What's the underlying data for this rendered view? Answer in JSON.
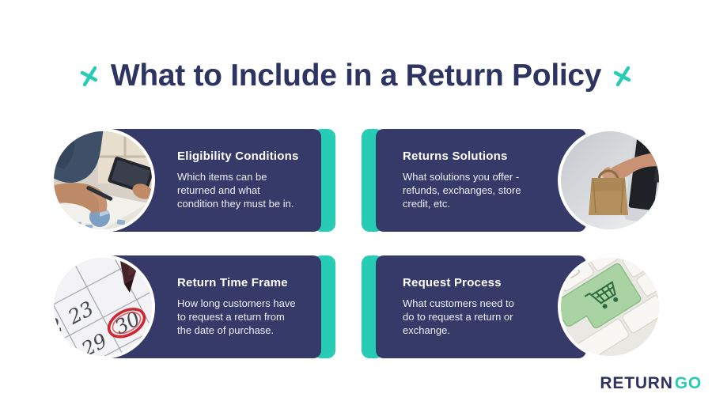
{
  "header": {
    "title": "What to Include in a Return Policy",
    "left_decoration": "sparkle-icon",
    "right_decoration": "sparkle-icon"
  },
  "cards": [
    {
      "title": "Eligibility Conditions",
      "body": "Which items can be\nreturned and what\ncondition they must be in.",
      "image": "analyst-reviewing-documents-photo",
      "image_side": "left"
    },
    {
      "title": "Returns Solutions",
      "body": "What solutions you offer -\nrefunds, exchanges, store\ncredit, etc.",
      "image": "hand-through-screen-holding-shopping-bag-photo",
      "image_side": "right"
    },
    {
      "title": "Return Time Frame",
      "body": "How long customers have\nto request a return from\nthe date of purchase.",
      "image": "calendar-date-circled-photo",
      "image_side": "left"
    },
    {
      "title": "Request Process",
      "body": "What customers need to\ndo to request a return or\nexchange.",
      "image": "keyboard-shopping-cart-key-photo",
      "image_side": "right"
    }
  ],
  "footer": {
    "brand_part1": "RETURN",
    "brand_part2": "GO"
  },
  "colors": {
    "card_navy": "#353a68",
    "accent_teal": "#26ccb3",
    "title_text": "#2e3462",
    "card_text": "#eef0f7",
    "background": "#ffffff"
  }
}
